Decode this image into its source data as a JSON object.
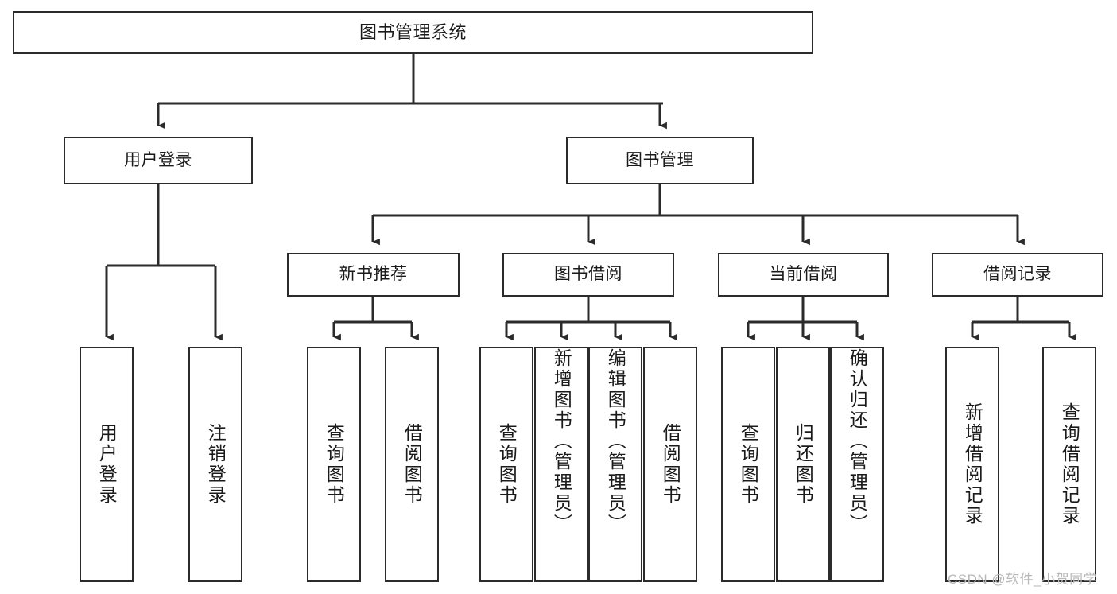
{
  "diagram": {
    "title": "图书管理系统",
    "type": "tree-hierarchy",
    "watermark": "CSDN @软件_小贺同学",
    "colors": {
      "background": "#ffffff",
      "stroke": "#2b2b2b",
      "text": "#1a1a1a",
      "watermark": "#b8b8b8"
    },
    "root": {
      "id": "root",
      "label": "图书管理系统"
    },
    "level1": [
      {
        "id": "user-login",
        "label": "用户登录"
      },
      {
        "id": "book-manage",
        "label": "图书管理"
      }
    ],
    "level2": [
      {
        "id": "new-book-rec",
        "label": "新书推荐",
        "parent": "book-manage"
      },
      {
        "id": "book-borrow",
        "label": "图书借阅",
        "parent": "book-manage"
      },
      {
        "id": "current-borrow",
        "label": "当前借阅",
        "parent": "book-manage"
      },
      {
        "id": "borrow-record",
        "label": "借阅记录",
        "parent": "book-manage"
      }
    ],
    "leaves": {
      "user-login": [
        {
          "id": "leaf-user-login",
          "label": "用户登录"
        },
        {
          "id": "leaf-logout",
          "label": "注销登录"
        }
      ],
      "new-book-rec": [
        {
          "id": "leaf-query-book-1",
          "label": "查询图书"
        },
        {
          "id": "leaf-borrow-book-1",
          "label": "借阅图书"
        }
      ],
      "book-borrow": [
        {
          "id": "leaf-query-book-2",
          "label": "查询图书"
        },
        {
          "id": "leaf-add-book",
          "label": "新增图书（管理员）"
        },
        {
          "id": "leaf-edit-book",
          "label": "编辑图书（管理员）"
        },
        {
          "id": "leaf-borrow-book-2",
          "label": "借阅图书"
        }
      ],
      "current-borrow": [
        {
          "id": "leaf-query-book-3",
          "label": "查询图书"
        },
        {
          "id": "leaf-return-book",
          "label": "归还图书"
        },
        {
          "id": "leaf-confirm-return",
          "label": "确认归还（管理员）"
        }
      ],
      "borrow-record": [
        {
          "id": "leaf-add-record",
          "label": "新增借阅记录"
        },
        {
          "id": "leaf-query-record",
          "label": "查询借阅记录"
        }
      ]
    }
  }
}
